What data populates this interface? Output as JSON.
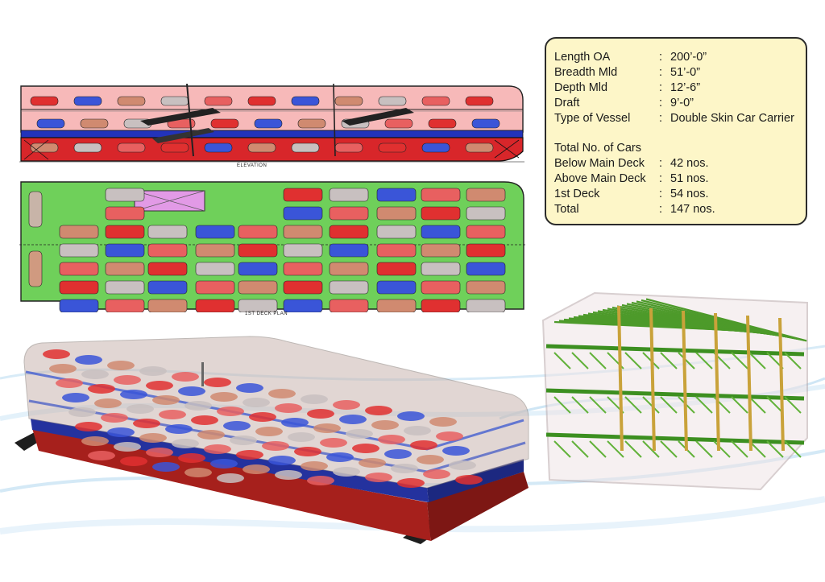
{
  "drawings": {
    "side_label": "ELEVATION",
    "plan_label": "1ST DECK PLAN"
  },
  "specs": {
    "items": [
      {
        "label": "Length OA",
        "sep": ":",
        "value": "200’-0”"
      },
      {
        "label": "Breadth Mld",
        "sep": ":",
        "value": "51’-0”"
      },
      {
        "label": "Depth Mld",
        "sep": ":",
        "value": "12’-6”"
      },
      {
        "label": "Draft",
        "sep": ":",
        "value": "9’-0”"
      },
      {
        "label": "Type of Vessel",
        "sep": ":",
        "value": "Double Skin Car Carrier"
      }
    ],
    "cars_heading": "Total No. of Cars",
    "cars": [
      {
        "label": "Below Main Deck",
        "sep": ":",
        "value": "42 nos."
      },
      {
        "label": "Above Main Deck",
        "sep": ":",
        "value": "51 nos."
      },
      {
        "label": "1st Deck",
        "sep": ":",
        "value": "54 nos."
      },
      {
        "label": "Total",
        "sep": ":",
        "value": "147 nos."
      }
    ]
  },
  "colors": {
    "hull_red": "#c8282a",
    "deck_blue": "#2233bb",
    "deck_green": "#6fd05a",
    "panel_bg": "#fdf6c8",
    "wave_blue": "#cfe6f5"
  }
}
